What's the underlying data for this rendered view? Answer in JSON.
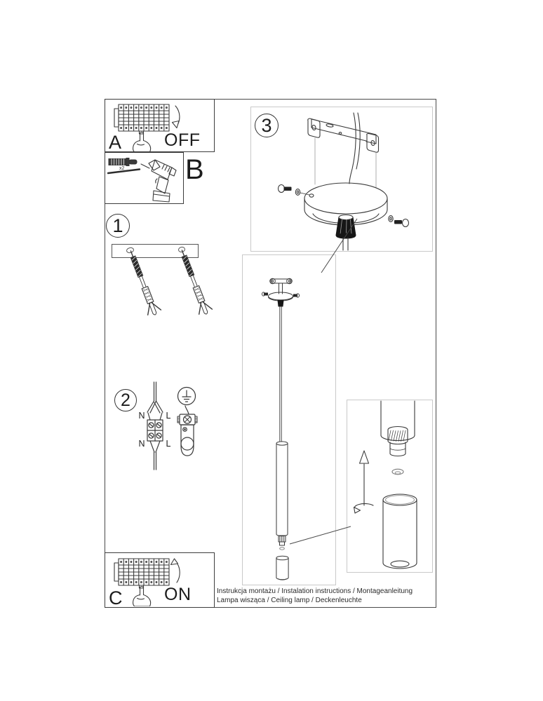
{
  "document": {
    "footer": {
      "line1": "Instrukcja montażu / Instalation instructions / Montageanleitung",
      "line2": "Lampa wisząca / Ceiling lamp / Deckenleuchte"
    }
  },
  "steps": {
    "n1": "1",
    "n2": "2",
    "n3": "3",
    "a": "A",
    "b": "B",
    "c": "C"
  },
  "labels": {
    "off": "OFF",
    "on": "ON",
    "qty": "x2",
    "n_top": "N",
    "l_top": "L",
    "n_bottom": "N",
    "l_bottom": "L"
  },
  "icons": {
    "breaker_strip": "circuit-breaker-strip",
    "pointing_hand": "pointing-hand",
    "arrow_off": "curved-arrow-down",
    "arrow_on": "curved-arrow-up",
    "wall_plug": "wall-plug-anchor",
    "drill_bit": "drill-bit",
    "drill": "power-drill",
    "screw_anchor": "screw-with-wall-anchor",
    "terminal_block": "terminal-block-wiring",
    "earth_symbol": "earth-ground-symbol",
    "ground_clamp": "ground-clamp",
    "mounting_bracket": "ceiling-mounting-bracket",
    "canopy": "ceiling-canopy",
    "pendant": "pendant-lamp-tube",
    "shade": "cylinder-shade",
    "up_arrow": "up-arrow",
    "rotate_arrow": "rotate-arrow"
  },
  "colors": {
    "line": "#3a3a3a",
    "border_dark": "#3c3c3c",
    "border_light": "#c9c9c9",
    "ink": "#161616",
    "background": "#ffffff"
  }
}
